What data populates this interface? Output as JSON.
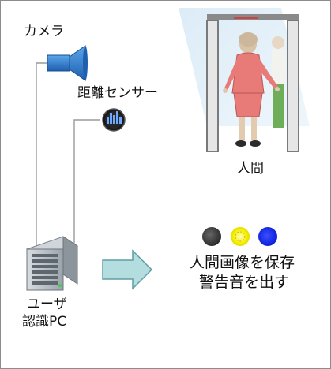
{
  "labels": {
    "camera": "カメラ",
    "distance_sensor": "距離センサー",
    "human": "人間",
    "user_pc_line1": "ユーザ",
    "user_pc_line2": "認識PC",
    "action_line1": "人間画像を保存",
    "action_line2": "警告音を出す"
  },
  "lamps": [
    {
      "name": "black-lamp",
      "color": "#2b2b2b"
    },
    {
      "name": "yellow-lamp",
      "color": "#f5f000"
    },
    {
      "name": "blue-lamp",
      "color": "#0a1ef5"
    }
  ],
  "colors": {
    "camera_body": "#2f7fd0",
    "arrow_fill": "#b4dde0",
    "gate_frame": "#7a7a7a",
    "person_dress": "#e87a78",
    "line": "#9a9a9a"
  }
}
